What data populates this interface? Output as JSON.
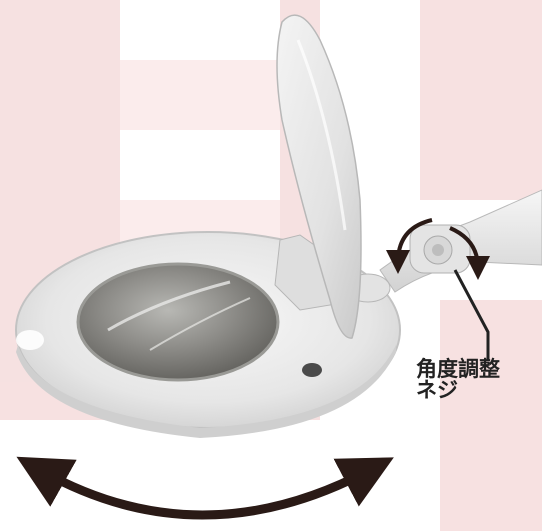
{
  "callout": {
    "line1": "角度調整",
    "line2": "ネジ"
  },
  "colors": {
    "background": "#ffffff",
    "watermark": "#f6dede",
    "lamp_body": "#ececec",
    "lens_glass": "#8a8a86",
    "arrow": "#2a1a16",
    "callout_text": "#222222"
  },
  "icons": {
    "swivel_arrow": "curved-double-arrow",
    "tilt_arrow": "circular-arrows"
  }
}
